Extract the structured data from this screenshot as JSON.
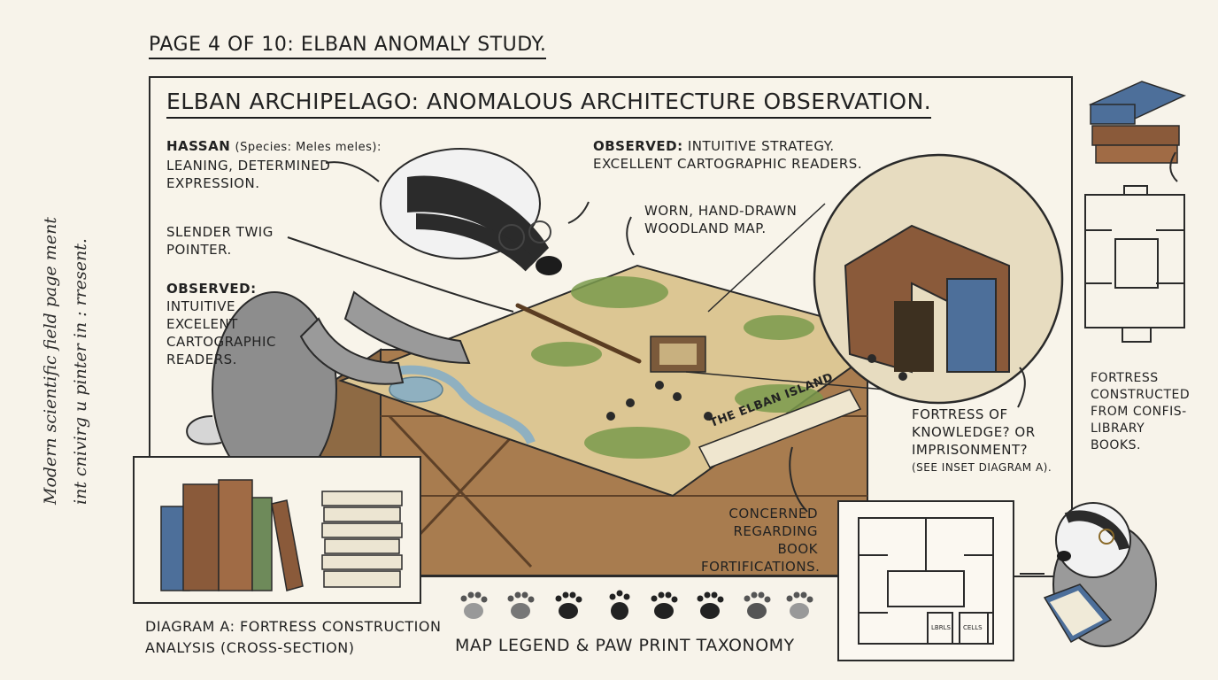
{
  "page_header": "PAGE 4 OF 10: ELBAN ANOMALY STUDY.",
  "main_title": "ELBAN ARCHIPELAGO: ANOMALOUS ARCHITECTURE OBSERVATION.",
  "side_text": {
    "line1": "Modern scientific field page ment",
    "line2": "int cnivirg u pinter in : rresent."
  },
  "annotations": {
    "hassan": {
      "name": "HASSAN",
      "species": "(Species: Meles meles):",
      "line2": "LEANING, DETERMINED",
      "line3": "EXPRESSION."
    },
    "twig": {
      "line1": "SLENDER TWIG",
      "line2": "POINTER."
    },
    "observed_left": {
      "label": "OBSERVED:",
      "line1": "INTUITIVE",
      "line2": "EXCELENT",
      "line3": "CARTOGRAPHIC",
      "line4": "READERS."
    },
    "observed_top": {
      "label": "OBSERVED:",
      "line1": "INTUITIVE STRATEGY.",
      "line2": "EXCELLENT CARTOGRAPHIC READERS."
    },
    "map": {
      "line1": "WORN, HAND-DRAWN",
      "line2": "WOODLAND MAP."
    },
    "map_label": "THE ELBAN ISLAND",
    "fortress_q": {
      "line1": "FORTRESS OF",
      "line2": "KNOWLEDGE? OR",
      "line3": "IMPRISONMENT?",
      "line4": "(SEE INSET DIAGRAM A)."
    },
    "concerned": {
      "line1": "CONCERNED",
      "line2": "REGARDING BOOK",
      "line3": "FORTIFICATIONS."
    },
    "fortress_books": {
      "line1": "FORTRESS",
      "line2": "CONSTRUCTED",
      "line3": "FROM CONFIS-",
      "line4": "LIBRARY",
      "line5": "BOOKS."
    }
  },
  "diagram_a": {
    "line1": "DIAGRAM A: FORTRESS CONSTRUCTION",
    "line2": "ANALYSIS (CROSS-SECTION)"
  },
  "legend_title": "MAP LEGEND & PAW PRINT TAXONOMY",
  "floorplan_labels": {
    "room1": "LBRLS",
    "room2": "CELLS"
  },
  "colors": {
    "ink": "#222222",
    "paper": "#f8f4ea",
    "map": "#dcc693",
    "crate": "#a87c4f",
    "forest": "#7a9a4c",
    "water": "#8fb0c0",
    "book_blue": "#4d6f9a",
    "book_brown": "#8a5a3a",
    "book_green": "#6e8a5a"
  }
}
